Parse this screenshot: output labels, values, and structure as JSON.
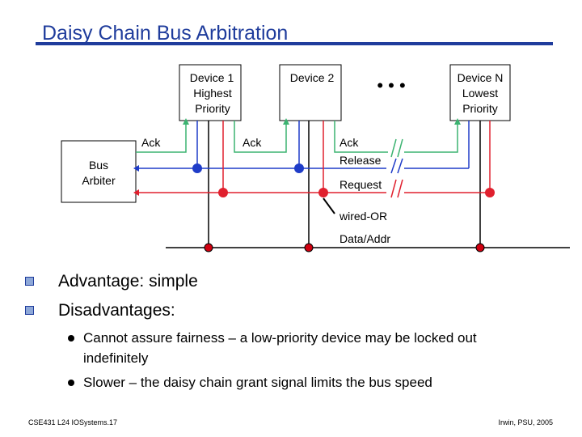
{
  "title": "Daisy Chain Bus Arbitration",
  "colors": {
    "title": "#1f3c9c",
    "ack": "#3cb371",
    "release": "#1f3cc8",
    "request": "#e0202e",
    "bus": "#000000",
    "node": "#d00010"
  },
  "diagram": {
    "device1": {
      "line1": "Device 1",
      "line2": "Highest",
      "line3": "Priority"
    },
    "device2": {
      "line1": "Device 2"
    },
    "ellipsis": "• • •",
    "deviceN": {
      "line1": "Device N",
      "line2": "Lowest",
      "line3": "Priority"
    },
    "arbiter": {
      "line1": "Bus",
      "line2": "Arbiter"
    },
    "ack1": "Ack",
    "ack2": "Ack",
    "ack3": "Ack",
    "release": "Release",
    "request": "Request",
    "wired_or": "wired-OR",
    "data_addr": "Data/Addr"
  },
  "bullets": [
    {
      "text": "Advantage: simple"
    },
    {
      "text": "Disadvantages:"
    }
  ],
  "subbullets": [
    {
      "line1": "Cannot assure fairness – a low-priority device may be locked out",
      "line2": "indefinitely"
    },
    {
      "line1": "Slower – the daisy chain grant signal limits the bus speed"
    }
  ],
  "footer": {
    "left": "CSE431 L24 IOSystems.17",
    "right": "Irwin, PSU, 2005"
  }
}
